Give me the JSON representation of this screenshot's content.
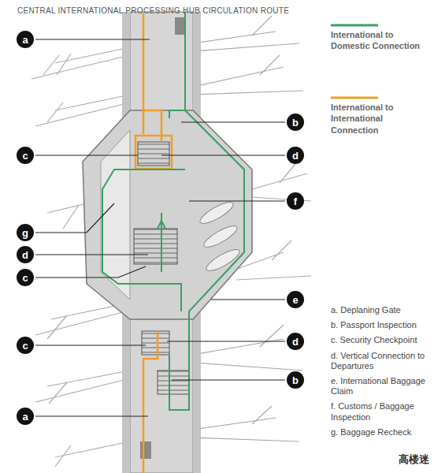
{
  "diagram": {
    "title": "CENTRAL INTERNATIONAL PROCESSING HUB CIRCULATION ROUTE",
    "nodes": [
      {
        "text": [
          "a"
        ]
      },
      {
        "text": [
          "b"
        ]
      },
      {
        "text": [
          "c"
        ]
      },
      {
        "text": [
          "d"
        ]
      },
      {
        "text": [
          "f"
        ]
      },
      {
        "text": [
          "g"
        ]
      },
      {
        "text": [
          "d"
        ]
      },
      {
        "text": [
          "c"
        ]
      },
      {
        "text": [
          "e"
        ]
      },
      {
        "text": [
          "c"
        ]
      },
      {
        "text": [
          "d"
        ]
      },
      {
        "text": [
          "b"
        ]
      },
      {
        "text": [
          "a"
        ]
      }
    ],
    "labels": [
      "a. Deplaning Gate",
      "b. Passport Inspection",
      "c. Security Checkpoint",
      "d. Vertical Connection to Departures",
      "e. International Baggage Claim",
      "f. Customs / Baggage Inspection",
      "g. Baggage Recheck",
      "高楼迷"
    ],
    "legend": [
      {
        "text": "International to Domestic Connection"
      },
      {
        "text": "International to International Connection"
      }
    ]
  }
}
